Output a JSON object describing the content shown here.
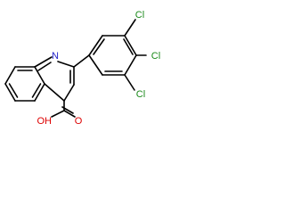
{
  "molecule": {
    "atoms": {
      "n": "N",
      "cl1": "Cl",
      "cl2": "Cl",
      "cl3": "Cl",
      "oh": "OH",
      "o": "O"
    },
    "colors": {
      "bond": "#000000",
      "nitrogen": "#2222cc",
      "chlorine": "#1a8a1a",
      "oxygen": "#dd0000"
    }
  }
}
